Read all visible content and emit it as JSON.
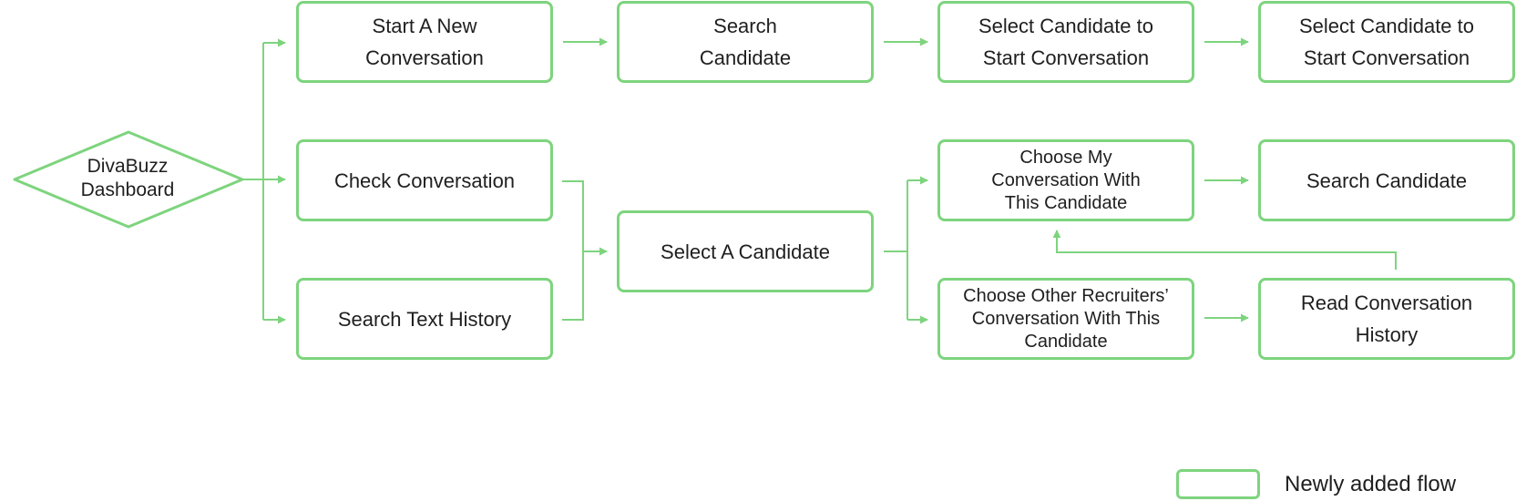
{
  "diagram": {
    "start_node": "DivaBuzz\nDashboard",
    "nodes": {
      "start_new_conversation": "Start A New\nConversation",
      "search_candidate_top": "Search\nCandidate",
      "select_candidate_1": "Select Candidate to\nStart Conversation",
      "select_candidate_2": "Select Candidate to\nStart Conversation",
      "check_conversation": "Check Conversation",
      "search_text_history": "Search Text History",
      "select_a_candidate": "Select A Candidate",
      "choose_my_conversation": "Choose My\nConversation With\nThis Candidate",
      "search_candidate_right": "Search Candidate",
      "choose_other_recruiters": "Choose Other Recruiters’\nConversation With This\nCandidate",
      "read_conversation_history": "Read Conversation\nHistory"
    },
    "colors": {
      "stroke": "#7ed47e",
      "text": "#1f1f1f"
    }
  },
  "legend": {
    "label": "Newly added flow"
  }
}
